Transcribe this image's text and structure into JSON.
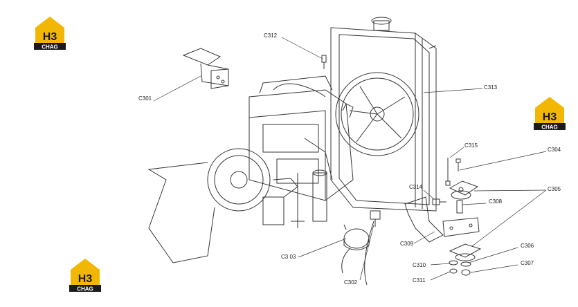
{
  "diagram": {
    "callouts": {
      "c301": "C301",
      "c312": "C312",
      "c313": "C313",
      "c315": "C315",
      "c304": "C304",
      "c305": "C305",
      "c314": "C314",
      "c308": "C308",
      "c309": "C309",
      "c303": "C3 03",
      "c306": "C306",
      "c310": "C310",
      "c307": "C307",
      "c311": "C311",
      "c302": "C302"
    }
  },
  "watermarks": [
    {
      "text_top": "H3",
      "text_bottom": "CHAG"
    },
    {
      "text_top": "H3",
      "text_bottom": "CHAG"
    },
    {
      "text_top": "H3",
      "text_bottom": "CHAG"
    }
  ],
  "colors": {
    "logo_yellow": "#f2b705",
    "logo_dark": "#1a1a1a",
    "line": "#333333"
  }
}
